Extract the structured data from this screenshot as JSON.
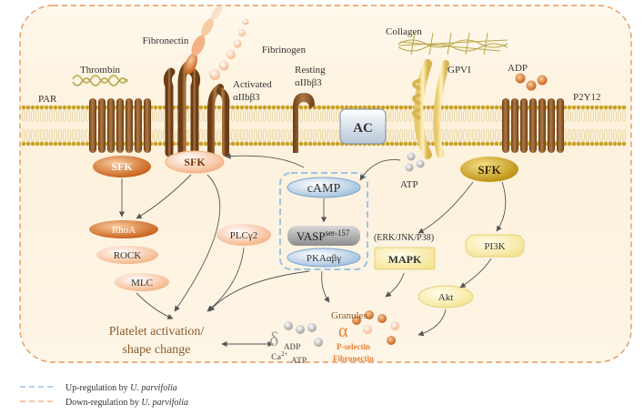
{
  "labels": {
    "fibronectin_top": "Fibronectin",
    "fibrinogen": "Fibrinogen",
    "thrombin": "Thrombin",
    "par": "PAR",
    "activated": "Activated",
    "alpha_iib_beta3": "αIIbβ3",
    "resting": "Resting",
    "collagen": "Collagen",
    "gpvi": "GPVI",
    "adp_top": "ADP",
    "p2y12": "P2Y12",
    "ac": "AC",
    "atp_top": "ATP",
    "sfk": "SFK",
    "camp": "cAMP",
    "vasp": "VASP",
    "vasp_sup": "ser-157",
    "pka": "PKAαβγ",
    "rhoa": "RhoA",
    "rock": "ROCK",
    "mlc": "MLC",
    "plcg2": "PLCγ2",
    "erk": "(ERK/JNK/P38)",
    "mapk": "MAPK",
    "pi3k": "PI3K",
    "akt": "Akt",
    "activation_line1": "Platelet activation/",
    "activation_line2": "shape change",
    "granules": "Granules",
    "delta": "δ",
    "alpha": "α",
    "g_adp": "ADP",
    "g_ca": "Ca",
    "g_ca_sup": "2+",
    "g_atp": "ATP",
    "p_selectin": "P-selectin",
    "g_fibronectin": "Fibronectin"
  },
  "legend": [
    {
      "text": "Up-regulation by ",
      "species": "U. parvifolia",
      "color": "#9dc3e6"
    },
    {
      "text": "Down-regulation by ",
      "species": "U. parvifolia",
      "color": "#f4b183"
    }
  ],
  "colors": {
    "membrane": "#c9a227",
    "receptor_brown": "#8b5a2b",
    "sfk_dark": "#c55a11",
    "sfk_gold": "#c9a000",
    "camp_blue": "#9dc3e6",
    "cell_bg": "#fdf6e8"
  }
}
